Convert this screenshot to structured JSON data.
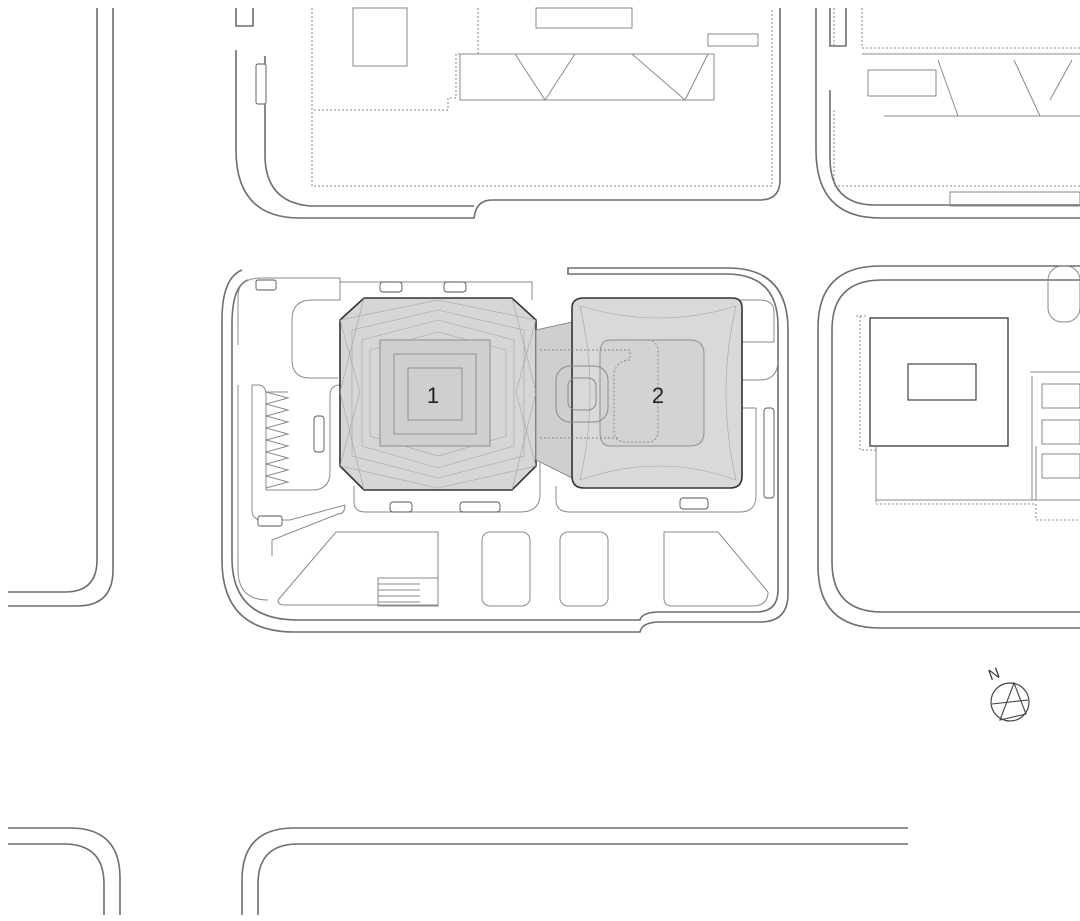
{
  "buildings": [
    {
      "id": "building-1",
      "label": "1"
    },
    {
      "id": "building-2",
      "label": "2"
    }
  ],
  "north_arrow": {
    "label": "N"
  },
  "colors": {
    "building_fill": "#d6d6d6",
    "line": "#6e6e6e",
    "background": "#ffffff"
  }
}
